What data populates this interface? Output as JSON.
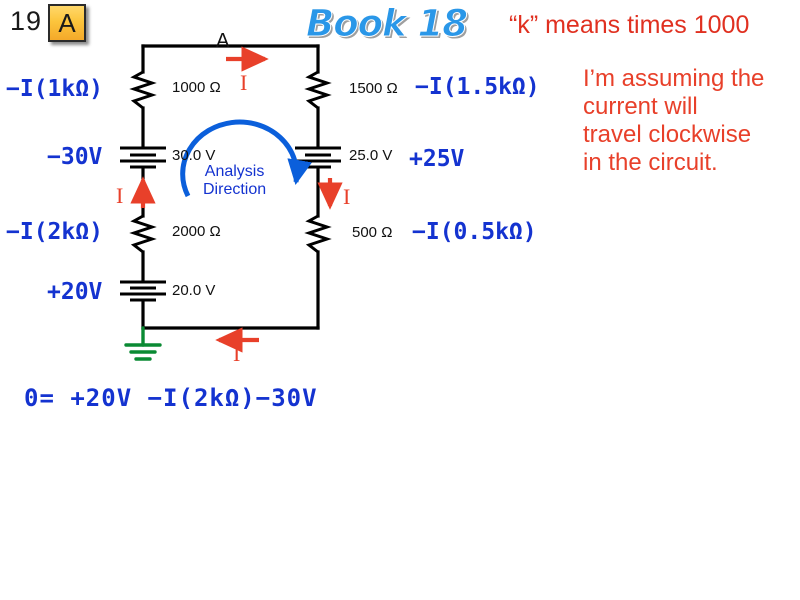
{
  "header": {
    "slide_number": "19",
    "badge_letter": "A",
    "badge_color": "#f5b62c",
    "book_title": "Book 18",
    "book_title_color": "#2a97e8",
    "k_note": "“k” means times 1000",
    "note_color": "#e03020"
  },
  "sidebar_note": {
    "line1": "I’m assuming the",
    "line2": "current will",
    "line3": "travel clockwise",
    "line4": "in the circuit.",
    "color": "#e8402a"
  },
  "circuit": {
    "node_label": "A",
    "analysis_arrow": {
      "line1": "Analysis",
      "line2": "Direction",
      "color": "#1433d0"
    },
    "ground_color": "#0a8a33",
    "wire_color": "#000000",
    "current_color": "#e8402a",
    "components": [
      {
        "name": "resistor-top-left",
        "type": "resistor",
        "value": "1000 Ω",
        "drop": "−I(1kΩ)"
      },
      {
        "name": "battery-left-upper",
        "type": "battery",
        "value": "30.0 V",
        "drop": "−30V"
      },
      {
        "name": "resistor-bottom-left",
        "type": "resistor",
        "value": "2000 Ω",
        "drop": "−I(2kΩ)"
      },
      {
        "name": "battery-left-lower",
        "type": "battery",
        "value": "20.0 V",
        "drop": "+20V"
      },
      {
        "name": "resistor-top-right",
        "type": "resistor",
        "value": "1500 Ω",
        "drop": "−I(1.5kΩ)"
      },
      {
        "name": "battery-right",
        "type": "battery",
        "value": "25.0 V",
        "drop": "+25V"
      },
      {
        "name": "resistor-bottom-right",
        "type": "resistor",
        "value": "500 Ω",
        "drop": "−I(0.5kΩ)"
      }
    ],
    "current_labels": {
      "top": "I",
      "left": "I",
      "right": "I",
      "bottom": "I"
    }
  },
  "equation": {
    "text": "0= +20V −I(2kΩ)−30V",
    "color": "#1433d0"
  }
}
